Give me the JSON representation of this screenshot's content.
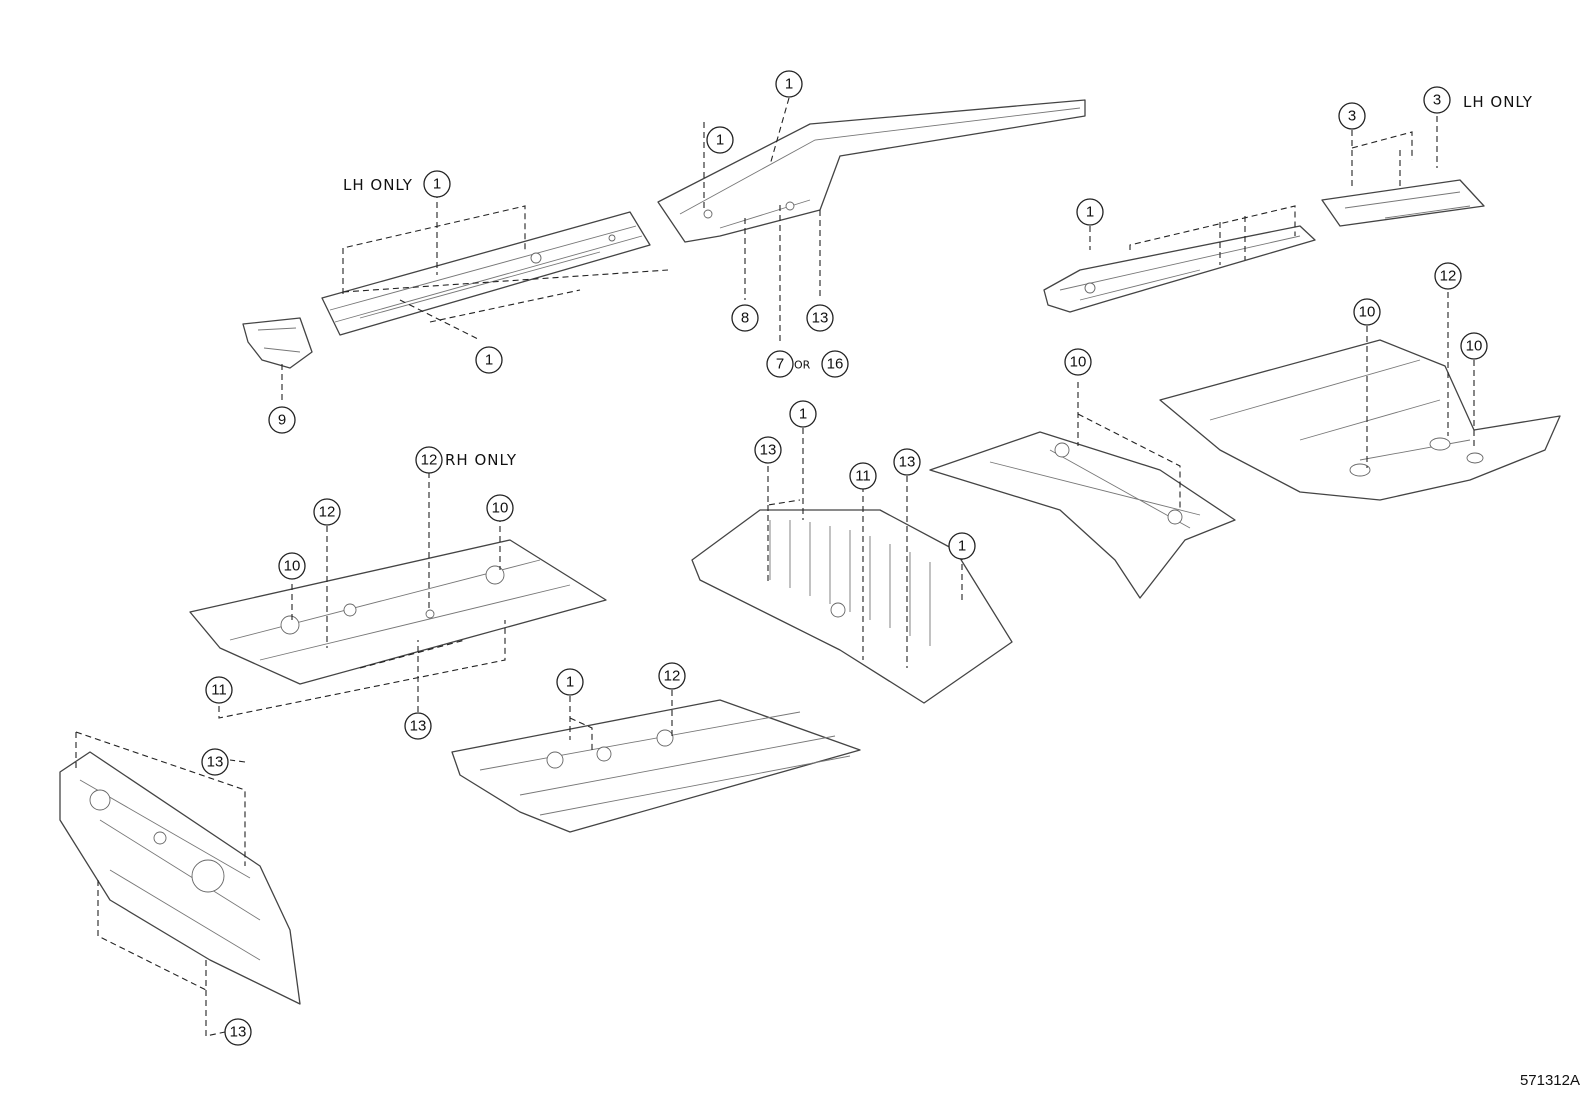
{
  "diagram": {
    "code": "571312A",
    "notes": {
      "lh_only": "LH ONLY",
      "rh_only": "RH ONLY",
      "or": "OR"
    },
    "callouts": [
      "1",
      "3",
      "7",
      "8",
      "9",
      "10",
      "11",
      "12",
      "13",
      "16"
    ]
  }
}
